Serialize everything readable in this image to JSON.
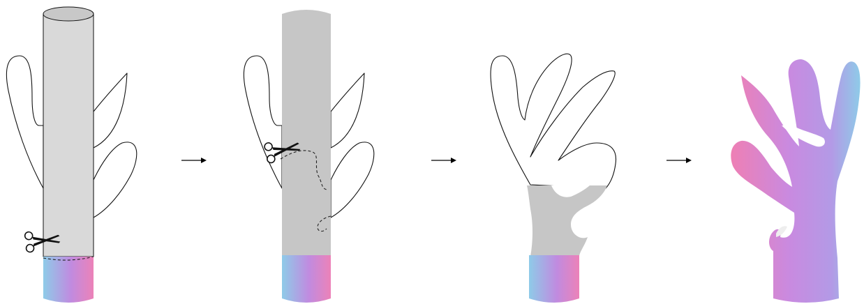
{
  "steps": [
    {
      "id": "tube-over-hand",
      "icon": "scissors-icon"
    },
    {
      "id": "cut-outline",
      "icon": "scissors-icon"
    },
    {
      "id": "trimmed-sleeve",
      "icon": ""
    },
    {
      "id": "finished-coral-form",
      "icon": ""
    }
  ],
  "arrows": [
    "arrow-right-icon",
    "arrow-right-icon",
    "arrow-right-icon"
  ],
  "colors": {
    "tube_light": "#d9d9d9",
    "tube_dark": "#c6c6c6",
    "gradient_blue": "#8ecbe8",
    "gradient_purple": "#c08be0",
    "gradient_pink": "#ec82b8",
    "outline": "#111111"
  }
}
